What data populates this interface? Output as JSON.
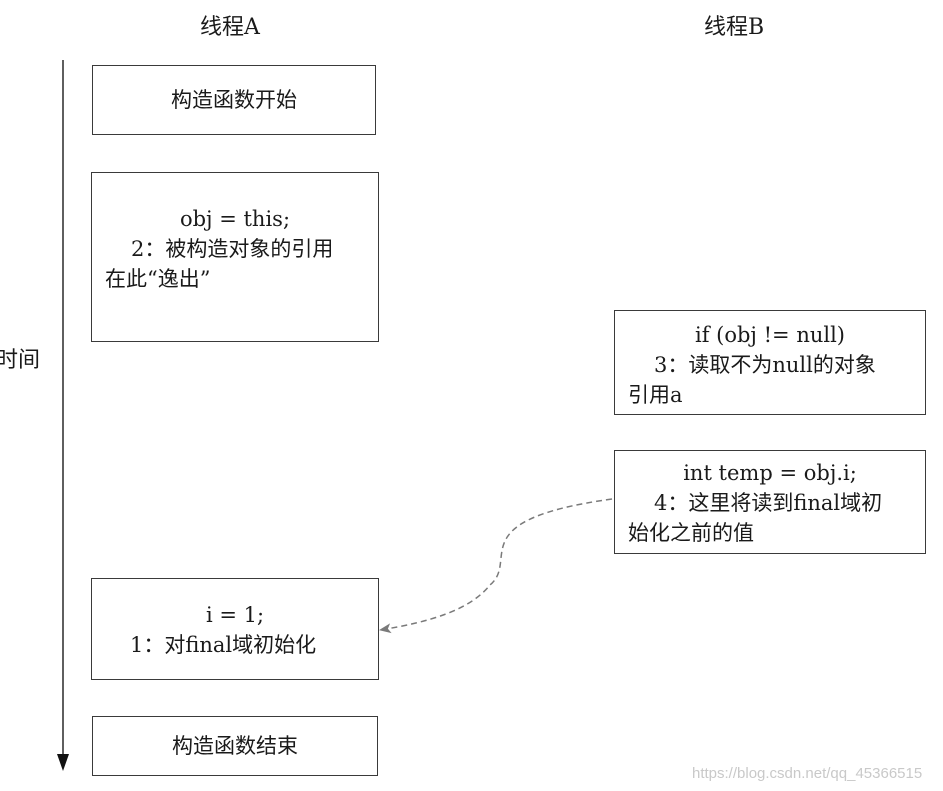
{
  "headers": {
    "thread_a": "线程A",
    "thread_b": "线程B"
  },
  "axis": {
    "label": "时间"
  },
  "thread_a_boxes": {
    "constructor_start": "构造函数开始",
    "escape": {
      "code": "obj = this;",
      "line1": "2：被构造对象的引用",
      "line2": "在此“逸出”"
    },
    "init_final": {
      "code": "i = 1;",
      "line1": "1：对final域初始化"
    },
    "constructor_end": "构造函数结束"
  },
  "thread_b_boxes": {
    "read_ref": {
      "code": "if (obj != null)",
      "line1": "3：读取不为null的对象",
      "line2": "引用a"
    },
    "read_field": {
      "code": "int temp = obj.i;",
      "line1": "4：这里将读到final域初",
      "line2": "始化之前的值"
    }
  },
  "watermark": "https://blog.csdn.net/qq_45366515",
  "colors": {
    "border": "#3a3a3a",
    "dashed_arrow": "#7a7a7a",
    "watermark": "#c9c9c9"
  }
}
